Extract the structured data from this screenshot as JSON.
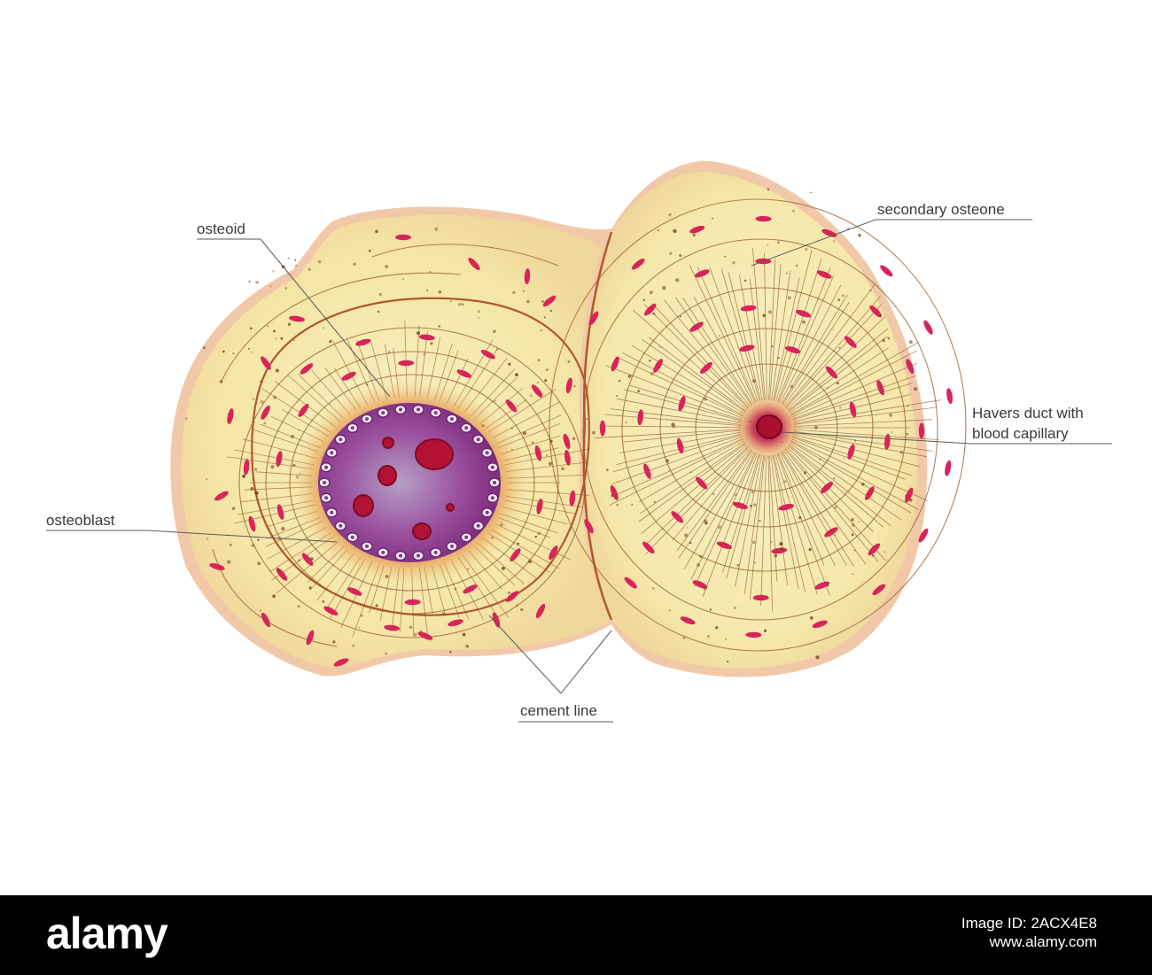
{
  "labels": {
    "osteoid": "osteoid",
    "secondary_osteone": "secondary osteone",
    "havers_line1": "Havers duct with",
    "havers_line2": "blood capillary",
    "osteoblast": "osteoblast",
    "cement_line": "cement line"
  },
  "footer": {
    "logo": "alamy",
    "image_id_label": "Image ID: 2ACX4E8",
    "url": "www.alamy.com"
  },
  "colors": {
    "bone_matrix": "#f7efb2",
    "bone_edge": "#e9bfa0",
    "lacuna": "#d8245a",
    "canal_purple": "#8b2f86",
    "footer_bg": "#000000"
  }
}
